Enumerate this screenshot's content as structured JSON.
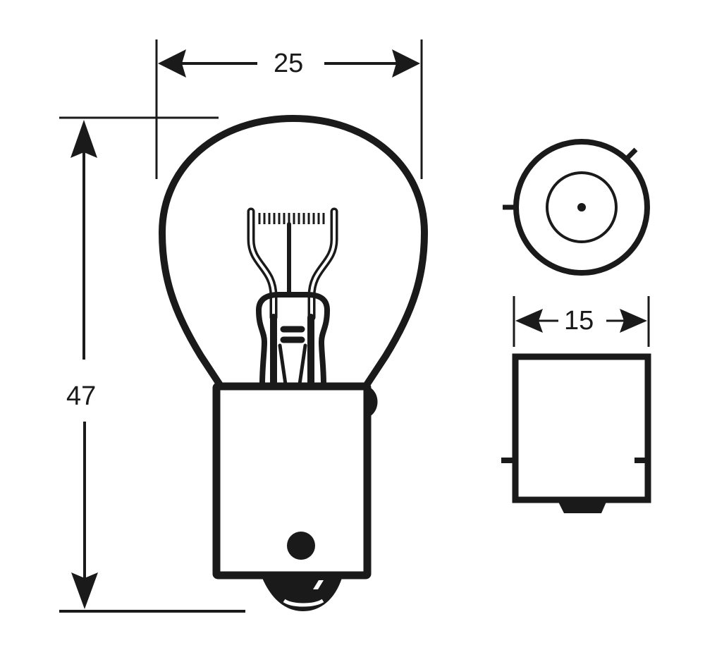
{
  "diagram": {
    "subject": "BA15s single-contact bulb (P21W) technical drawing",
    "stroke_color": "#1a1a1a",
    "background_color": "#ffffff",
    "dimensions": {
      "bulb_width": "25",
      "overall_height": "47",
      "cap_diameter": "15"
    },
    "views": [
      "side-elevation",
      "cap-end-view",
      "cap-side-view"
    ]
  }
}
